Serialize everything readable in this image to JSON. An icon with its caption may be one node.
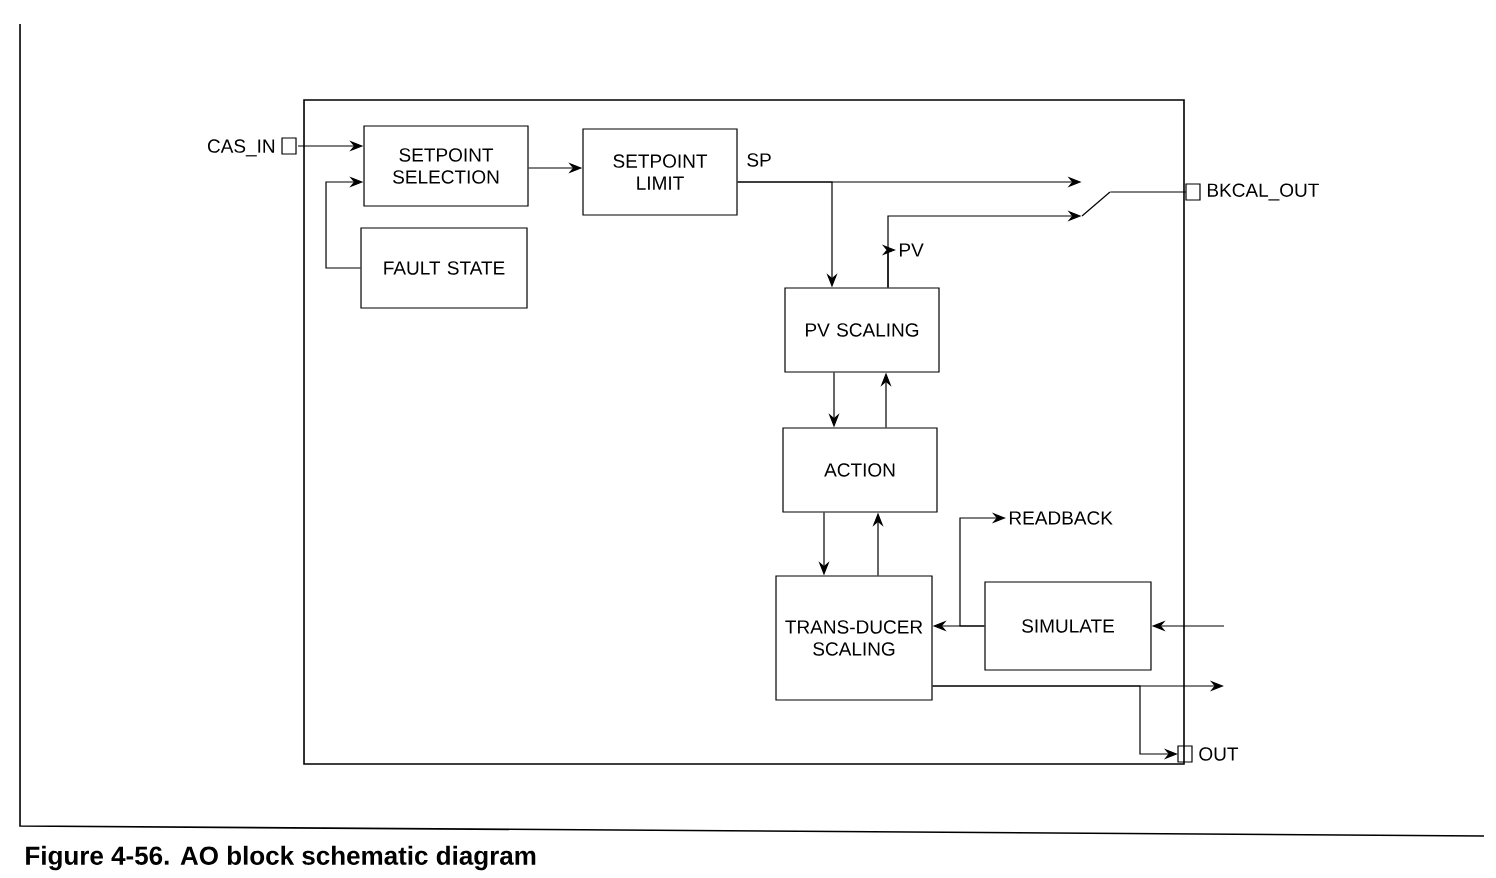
{
  "diagram": {
    "caption": "Figure 4-56. AO block schematic diagram",
    "nodes": [
      {
        "text": [],
        "shape": "box"
      },
      {
        "text": [
          "CAS_IN"
        ]
      },
      {
        "text": [
          "SETPOINT SELECTION"
        ],
        "in": 0
      },
      {
        "text": [
          "FAULT STATE"
        ],
        "in": 0
      },
      {
        "text": [
          "SETPOINT LIMIT"
        ],
        "beside": [
          "SP"
        ],
        "in": 0
      },
      {
        "text": [
          "PV SCALING"
        ],
        "in": 0
      },
      {
        "text": [
          "ACTION"
        ],
        "in": 0
      },
      {
        "text": [
          "TRANS-DUCER SCALING"
        ],
        "in": 0
      },
      {
        "text": [
          "SIMULATE"
        ],
        "in": 0
      },
      {
        "text": [
          "PV"
        ],
        "in": 0
      },
      {
        "text": [
          "READBACK"
        ],
        "in": 0
      },
      {
        "text": [
          "BKCAL_OUT"
        ]
      },
      {
        "text": [
          "OUT"
        ]
      },
      {
        "text": [],
        "shape": "switch",
        "in": 0
      }
    ],
    "edges": [
      {
        "from": 1,
        "to": 2,
        "arrow": "to"
      },
      {
        "from": 3,
        "to": 2,
        "arrow": "to"
      },
      {
        "from": 2,
        "to": 4,
        "arrow": "to"
      },
      {
        "from": 4,
        "to": 13,
        "arrow": "to"
      },
      {
        "from": 4,
        "to": 5,
        "arrow": "to"
      },
      {
        "from": 5,
        "to": 9,
        "arrow": "to"
      },
      {
        "from": 5,
        "to": 13,
        "arrow": "to"
      },
      {
        "from": 13,
        "to": 11,
        "arrow": "none"
      },
      {
        "from": 5,
        "to": 6,
        "arrow": "to"
      },
      {
        "from": 6,
        "to": 5,
        "arrow": "to"
      },
      {
        "from": 6,
        "to": 7,
        "arrow": "to"
      },
      {
        "from": 7,
        "to": 6,
        "arrow": "to"
      },
      {
        "from": 8,
        "to": 7,
        "arrow": "to"
      },
      {
        "from": 8,
        "to": 10,
        "arrow": "to"
      },
      {
        "from": null,
        "to": 8,
        "arrow": "to"
      },
      {
        "from": 7,
        "to": null,
        "arrow": "to"
      },
      {
        "from": 7,
        "to": 12,
        "arrow": "to"
      }
    ]
  }
}
